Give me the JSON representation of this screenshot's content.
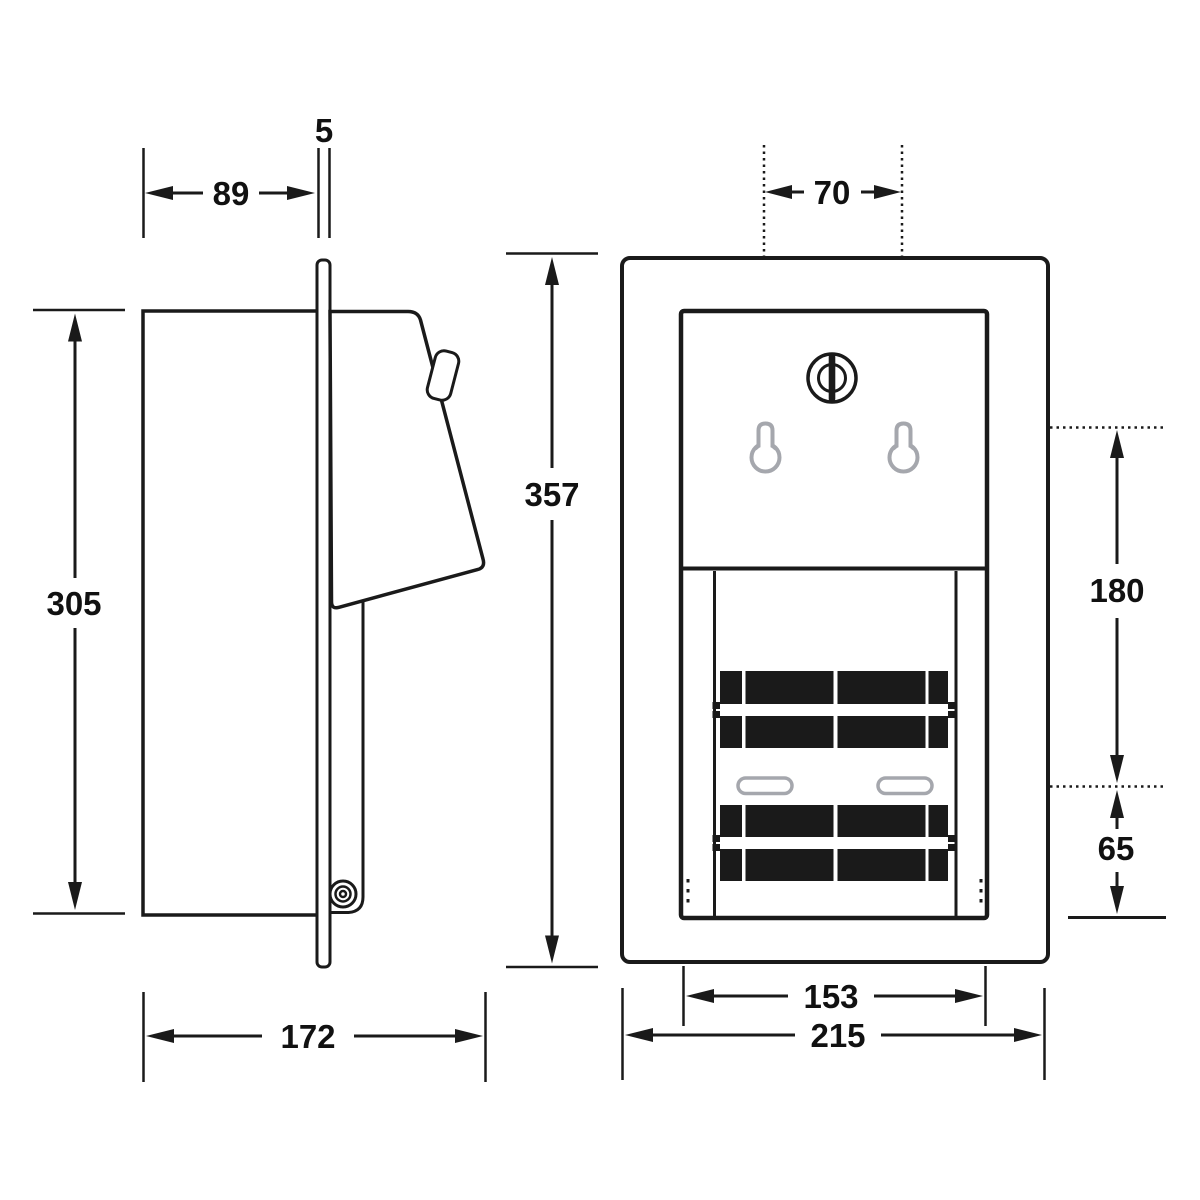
{
  "drawing": {
    "type": "technical-dimension-drawing",
    "subject": "recessed-dual-roll-dispenser",
    "views": {
      "side": {
        "name": "side-profile-view",
        "dims": {
          "flange_thickness": "5",
          "recess_depth": "89",
          "cabinet_height": "305",
          "overall_depth": "172"
        }
      },
      "front": {
        "name": "front-view",
        "dims": {
          "mount_hole_spacing": "70",
          "overall_height": "357",
          "upper_span": "180",
          "lower_span": "65",
          "cabinet_width": "153",
          "flange_width": "215"
        }
      }
    },
    "colors": {
      "ink": "#1a1a1a",
      "background": "#ffffff",
      "accent_gray": "#a5a7ad"
    }
  }
}
